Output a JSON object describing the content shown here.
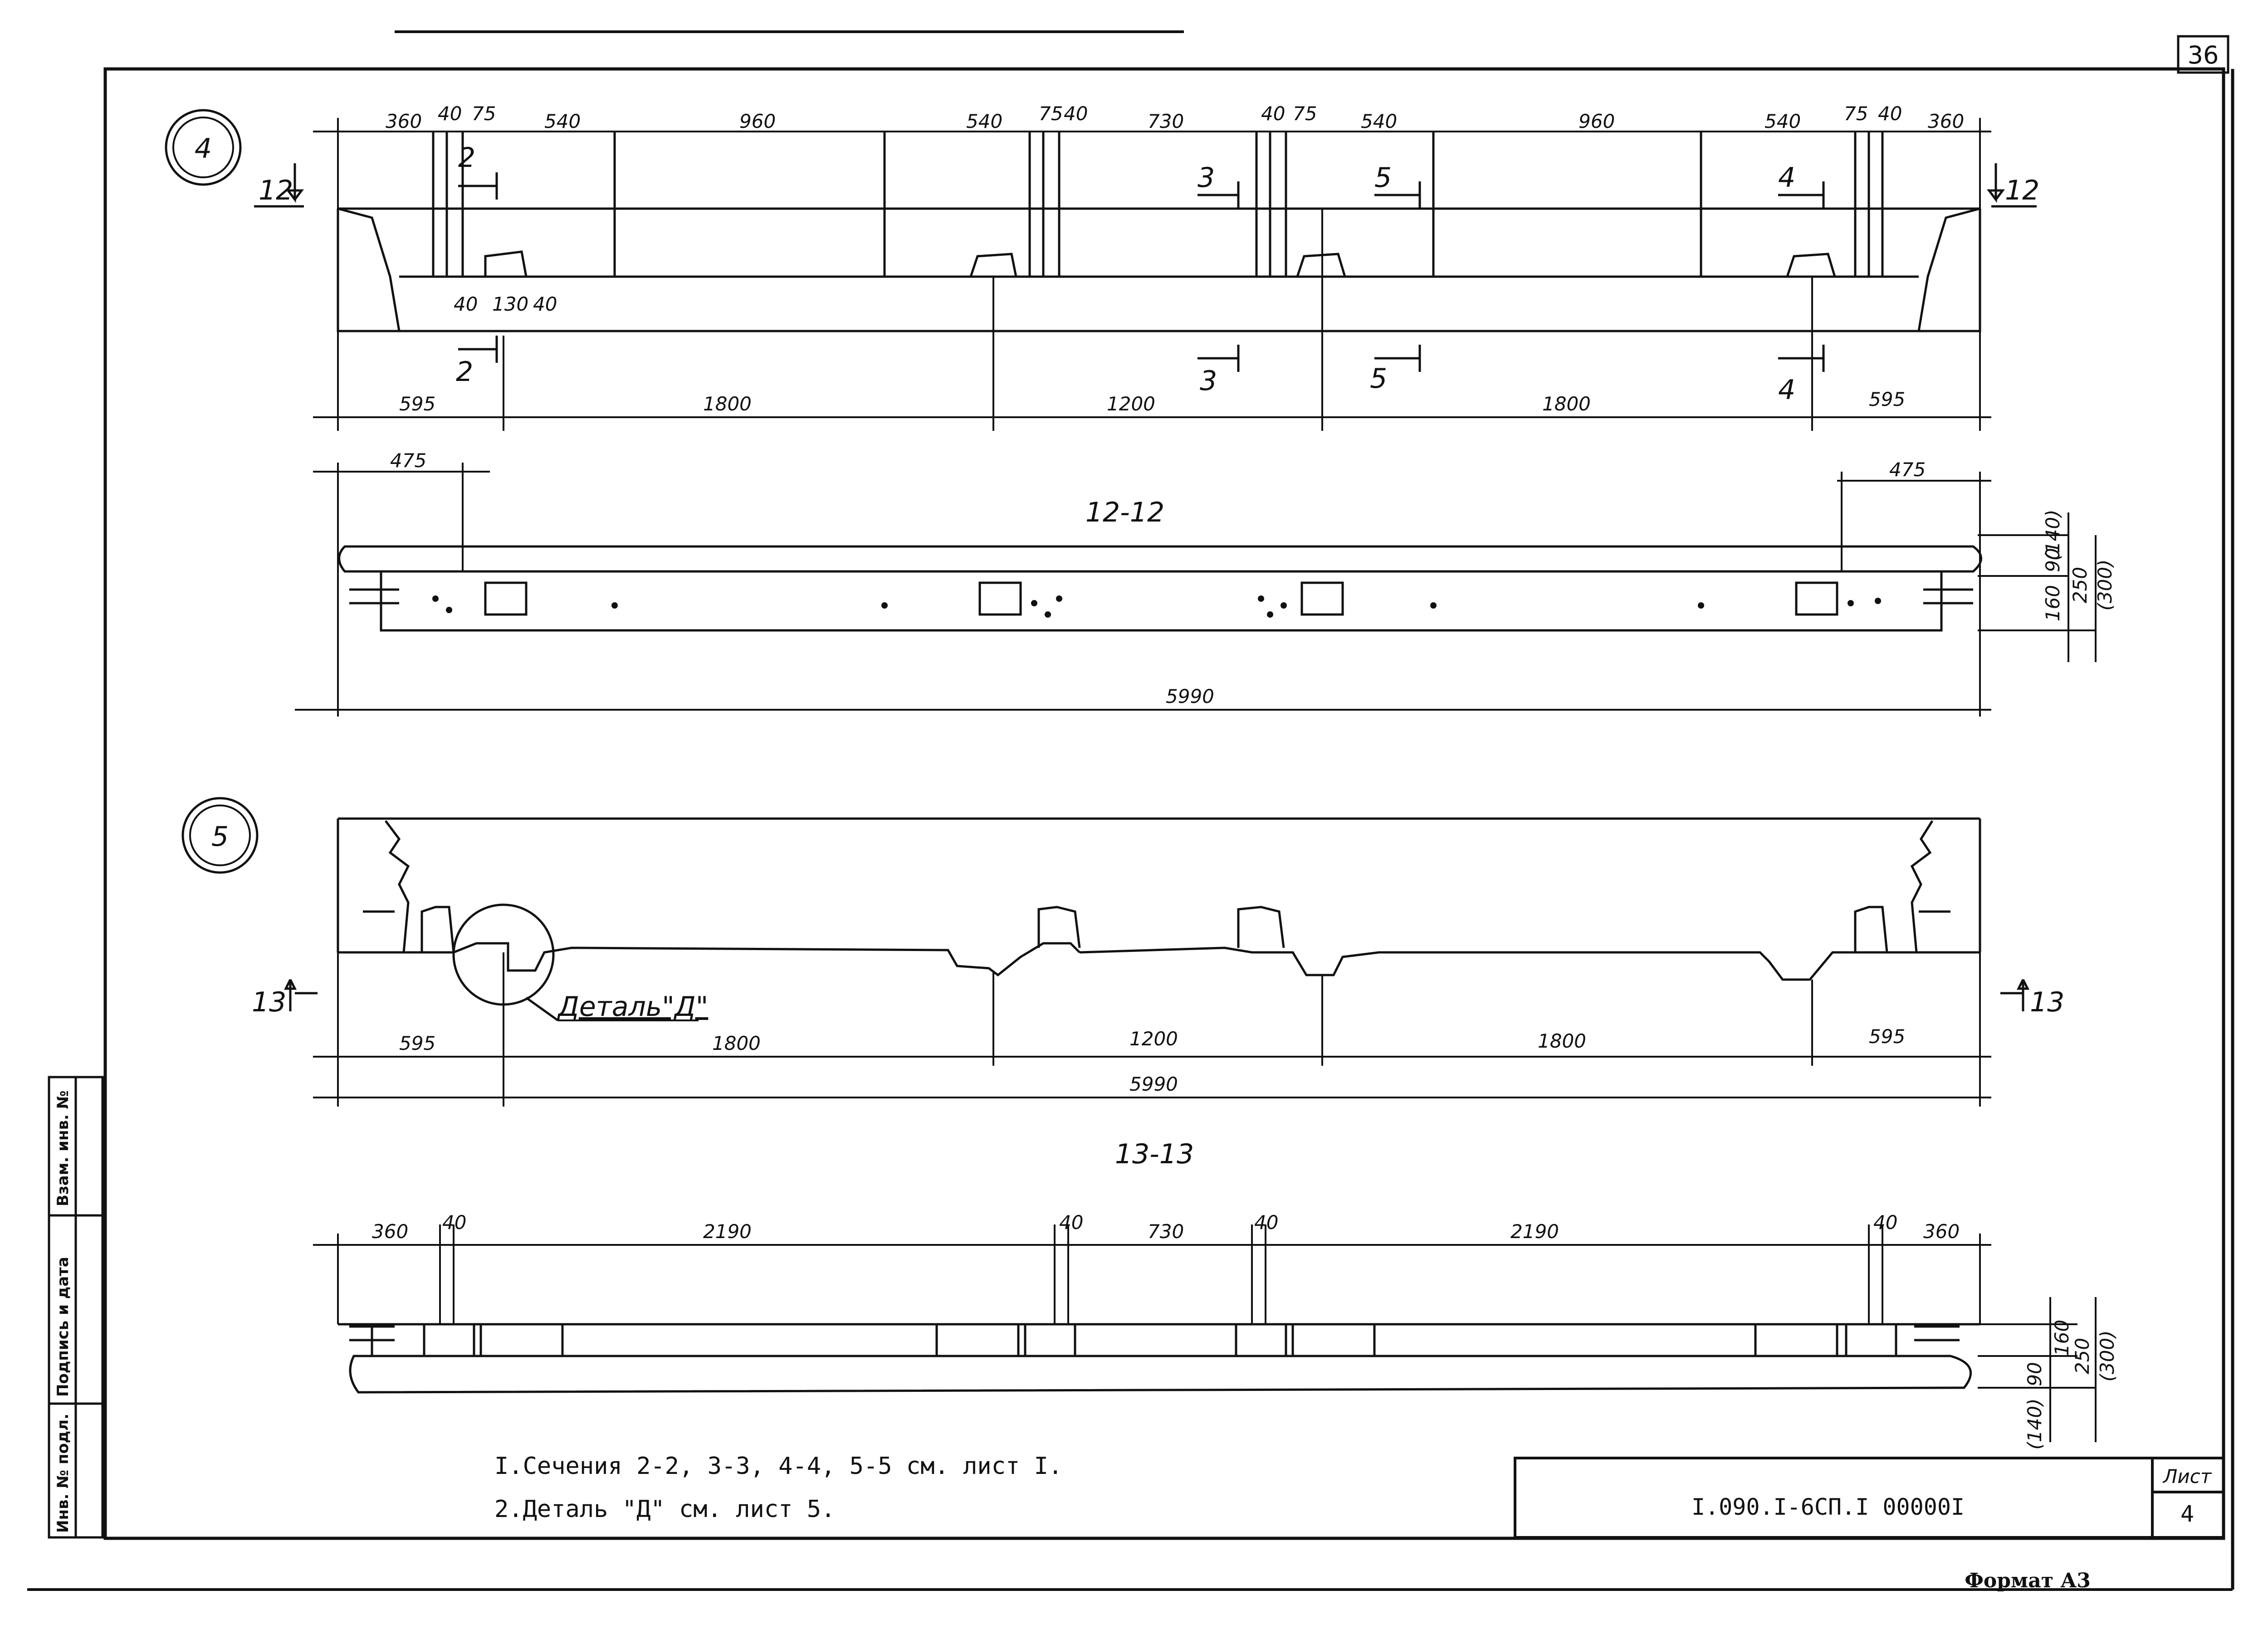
{
  "sheet": {
    "number": "36",
    "format": "Формат А3"
  },
  "stamp": {
    "code": "I.090.I-6СП.I  00000I",
    "sheet_label": "Лист",
    "sheet_no": "4"
  },
  "side_stamp": [
    "Инв. № подл.",
    "Подпись и дата",
    "Взам. инв. №"
  ],
  "view4": {
    "marker": "4",
    "top_dims": [
      "360",
      "40",
      "75",
      "540",
      "960",
      "540",
      "75",
      "40",
      "730",
      "40",
      "75",
      "540",
      "960",
      "540",
      "75",
      "40",
      "360"
    ],
    "mini_dims": [
      "40",
      "130",
      "40"
    ],
    "bottom_dims": [
      "595",
      "1800",
      "1200",
      "1800",
      "595"
    ],
    "section_marks": [
      "2",
      "2",
      "3",
      "3",
      "5",
      "5",
      "4",
      "4"
    ],
    "cut_marks": [
      "12",
      "12"
    ]
  },
  "view12": {
    "title": "12-12",
    "dim_left": "475",
    "dim_right": "475",
    "overall": "5990",
    "v_dims_small": [
      "(140)",
      "90",
      "160"
    ],
    "v_dims_big": [
      "250",
      "(300)"
    ]
  },
  "view5": {
    "marker": "5",
    "detail_label": "Деталь\"Д\"",
    "bottom_dims": [
      "595",
      "1800",
      "1200",
      "1800",
      "595"
    ],
    "overall": "5990",
    "cut_marks": [
      "13",
      "13"
    ]
  },
  "view13": {
    "title": "13-13",
    "top_dims": [
      "360",
      "40",
      "2190",
      "40",
      "730",
      "40",
      "2190",
      "40",
      "360"
    ],
    "v_dims_small": [
      "160",
      "90",
      "(140)"
    ],
    "v_dims_big": [
      "250",
      "(300)"
    ]
  },
  "notes": [
    "I.Сечения 2-2, 3-3, 4-4, 5-5 см. лист I.",
    "2.Деталь \"Д\" см. лист 5."
  ]
}
